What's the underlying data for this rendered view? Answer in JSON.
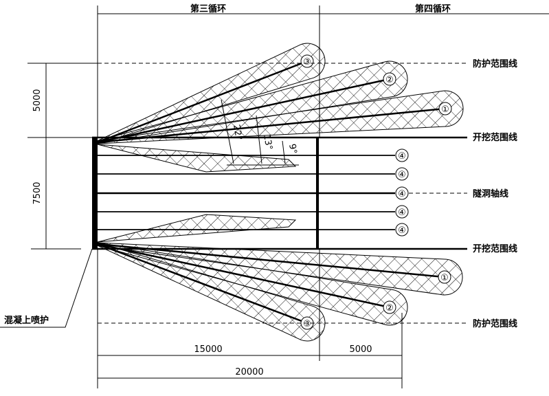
{
  "header": {
    "cycle3": "第三循环",
    "cycle4": "第四循环"
  },
  "right_labels": {
    "protect_top": "防护范围线",
    "excav_top": "开挖范围线",
    "axis": "隧洞轴线",
    "excav_bottom": "开挖范围线",
    "protect_bottom": "防护范围线"
  },
  "left_dims": {
    "upper": "5000",
    "lower": "7500"
  },
  "bottom_dims": {
    "d15000": "15000",
    "d5000": "5000",
    "d20000": "20000"
  },
  "callout": "混凝上喷护",
  "angles": {
    "a1": "22°",
    "a2": "13°",
    "a3": "9°"
  },
  "markers": {
    "m1": "①",
    "m2": "②",
    "m3": "③",
    "m4": "④"
  }
}
